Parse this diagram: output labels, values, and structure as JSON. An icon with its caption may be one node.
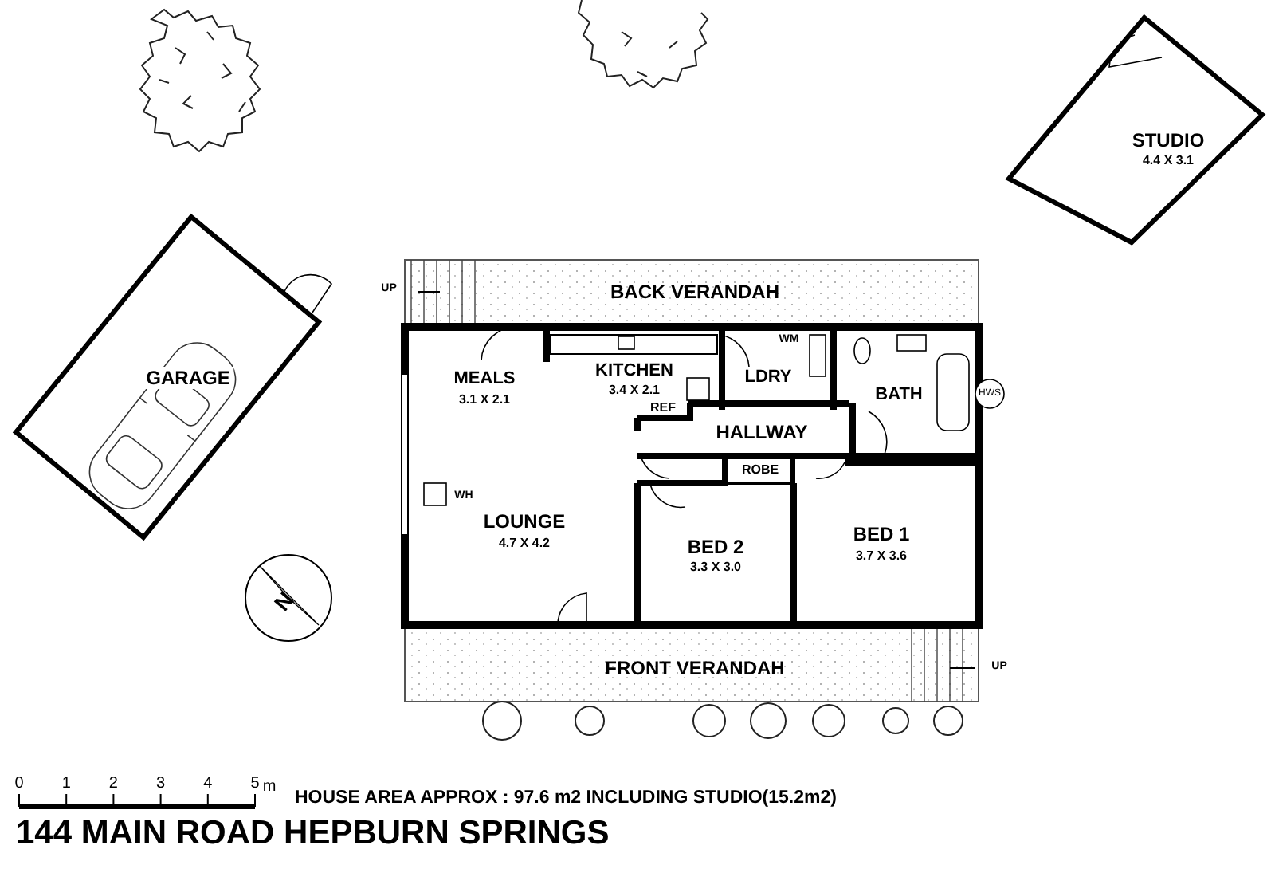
{
  "diagram": {
    "title": "144 MAIN ROAD HEPBURN SPRINGS",
    "labels": [
      "STUDIO",
      "4.4 X 3.1",
      "UP",
      "BACK VERANDAH",
      "GARAGE",
      "MEALS",
      "3.1 X 2.1",
      "KITCHEN",
      "3.4 X 2.1",
      "WM",
      "LDRY",
      "BATH",
      "HWS",
      "REF",
      "HALLWAY",
      "ROBE",
      "WH",
      "LOUNGE",
      "4.7 X 4.2",
      "BED 2",
      "3.3 X 3.0",
      "BED 1",
      "3.7 X 3.6",
      "N",
      "FRONT VERANDAH",
      "UP",
      "0",
      "1",
      "2",
      "3",
      "4",
      "5",
      "m",
      "HOUSE AREA APPROX : 97.6 m2 INCLUDING STUDIO(15.2m2)"
    ]
  }
}
